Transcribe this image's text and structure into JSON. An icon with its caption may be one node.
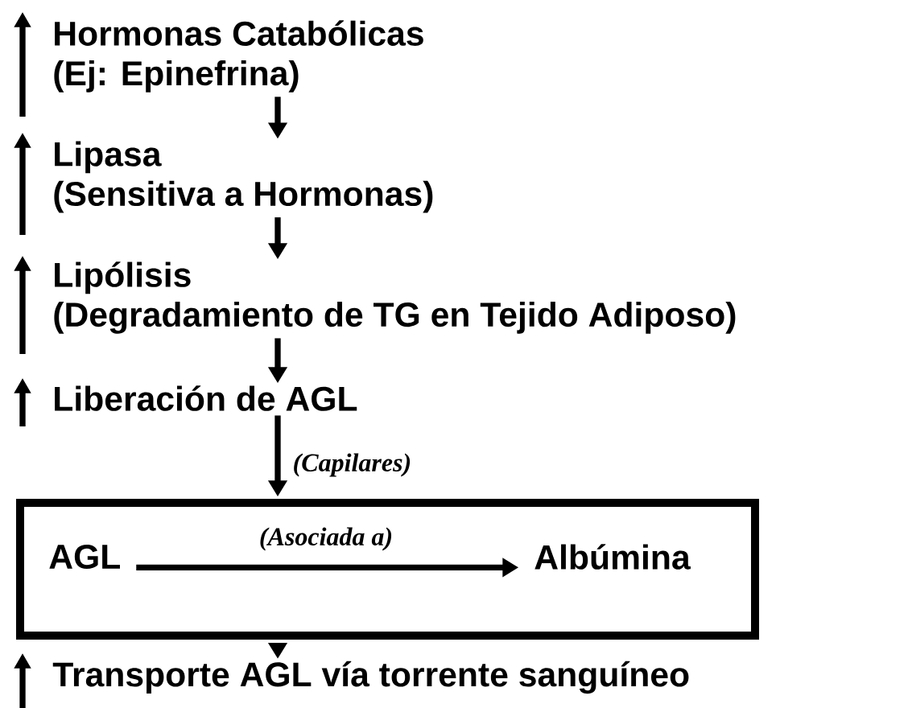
{
  "diagram": {
    "nodes": [
      {
        "text": [
          "Hormonas Catabólicas",
          "(Ej: Epinefrina)"
        ]
      },
      {
        "text": [
          "Lipasa",
          "(Sensitiva a Hormonas)"
        ]
      },
      {
        "text": [
          "Lipólisis",
          "(Degradamiento de TG en Tejido Adiposo)"
        ]
      },
      {
        "text": [
          "Liberación de AGL"
        ]
      },
      {
        "text": [],
        "shape": "box"
      },
      {
        "text": [
          "AGL"
        ],
        "in": 4
      },
      {
        "text": [
          "Albúmina"
        ],
        "in": 4
      },
      {
        "text": [
          "Transporte AGL vía torrente sanguíneo"
        ]
      }
    ],
    "edges": [
      {
        "from": 0,
        "to": 1,
        "arrow": "to"
      },
      {
        "from": 1,
        "to": 2,
        "arrow": "to"
      },
      {
        "from": 2,
        "to": 3,
        "arrow": "to"
      },
      {
        "from": 3,
        "to": 4,
        "arrow": "to",
        "label": "(Capilares)"
      },
      {
        "from": 5,
        "to": 6,
        "arrow": "to",
        "label": "(Asociada a)"
      },
      {
        "from": 4,
        "to": 7,
        "arrow": "to"
      }
    ]
  }
}
